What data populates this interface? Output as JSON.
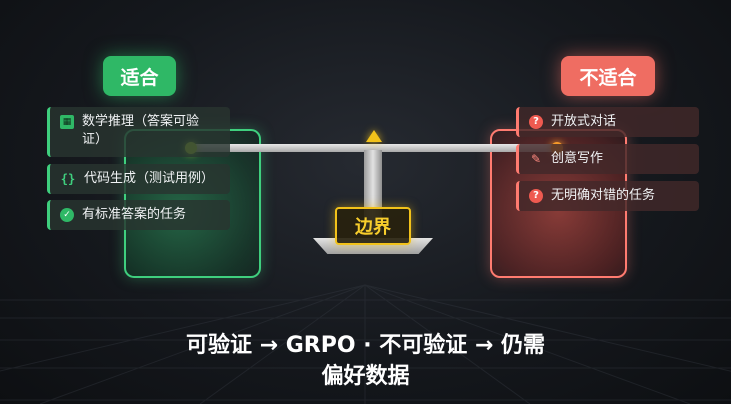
{
  "labels": {
    "suitable": "适合",
    "unsuitable": "不适合",
    "boundary": "边界"
  },
  "suitable_items": [
    {
      "icon": "calculator-icon",
      "text_line1": "数学推理（答案可验",
      "text_line2": "证）"
    },
    {
      "icon": "code-braces-icon",
      "text": "代码生成（测试用例）"
    },
    {
      "icon": "check-circle-icon",
      "text": "有标准答案的任务"
    }
  ],
  "unsuitable_items": [
    {
      "icon": "question-circle-icon",
      "text": "开放式对话"
    },
    {
      "icon": "pencil-icon",
      "text": "创意写作"
    },
    {
      "icon": "question-circle-icon",
      "text": "无明确对错的任务"
    }
  ],
  "caption": {
    "line1": "可验证 → GRPO · 不可验证 → 仍需",
    "line2": "偏好数据"
  },
  "colors": {
    "good": "#2fb866",
    "bad": "#ef6d62",
    "boundary": "#f2c21a"
  }
}
